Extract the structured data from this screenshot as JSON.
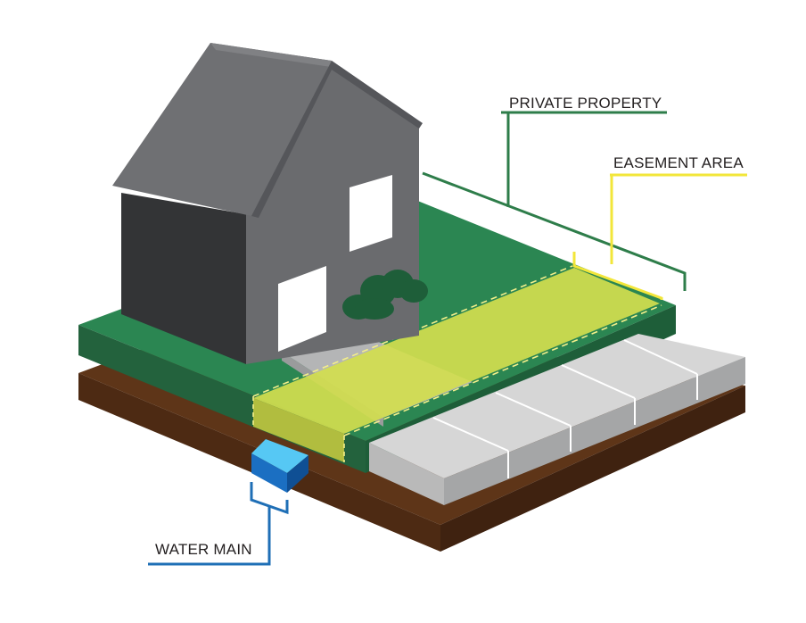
{
  "labels": {
    "private_property": "PRIVATE PROPERTY",
    "easement_area": "EASEMENT AREA",
    "water_main": "WATER MAIN"
  },
  "colors": {
    "private_property_line": "#2e7d4a",
    "easement_line": "#f2e63a",
    "water_main_line": "#1f6fb6",
    "grass": "#2b8652",
    "grass_side": "#1e5e39",
    "soil_top": "#5e3518",
    "soil_side": "#3f2210",
    "easement_fill": "#d2de4f",
    "water_main": "#1b84d6",
    "house_dark": "#3a3b3d",
    "house_roof": "#6d6e71",
    "paving": "#c9caca"
  }
}
